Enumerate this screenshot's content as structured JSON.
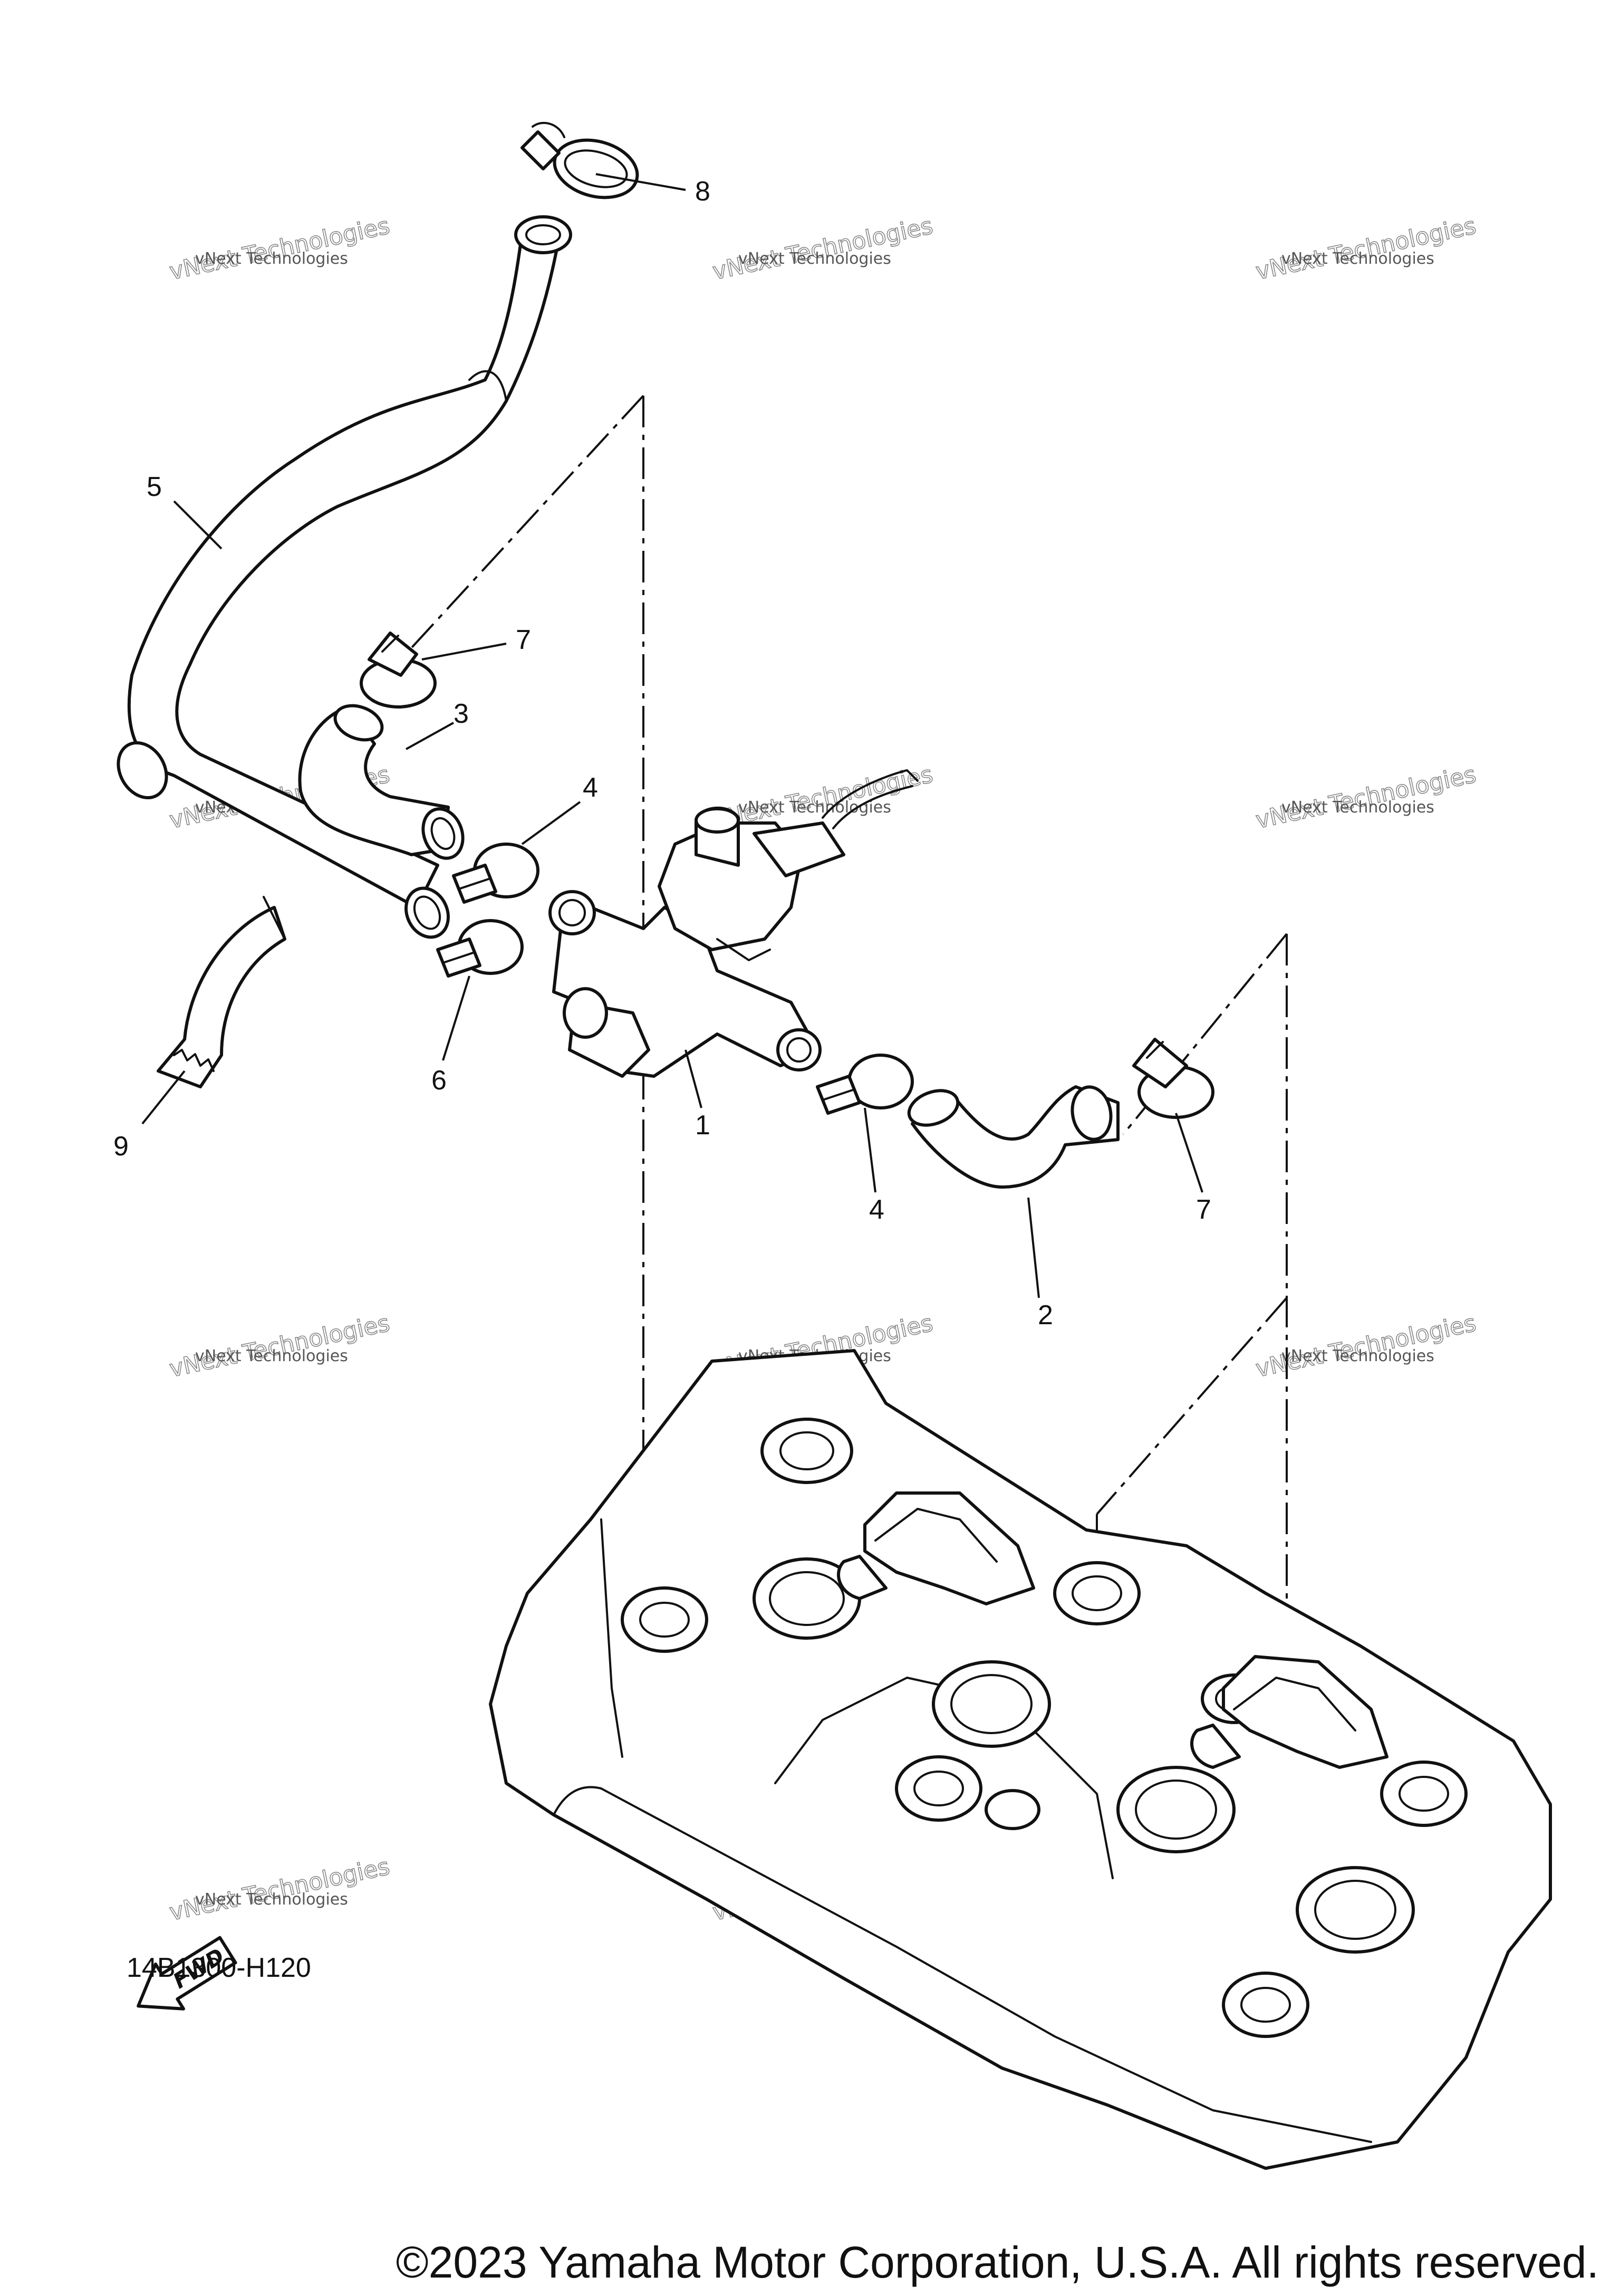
{
  "callouts": {
    "c1": "1",
    "c2": "2",
    "c3": "3",
    "c4a": "4",
    "c4b": "4",
    "c5": "5",
    "c6": "6",
    "c7a": "7",
    "c7b": "7",
    "c8": "8",
    "c9": "9"
  },
  "watermark": {
    "line1": "vNext Technologies",
    "line2": "vNext Technologies"
  },
  "fwd_label": "FWD",
  "diagram_code": "14B1300-H120",
  "copyright": "©2023 Yamaha Motor Corporation, U.S.A. All rights reserved."
}
